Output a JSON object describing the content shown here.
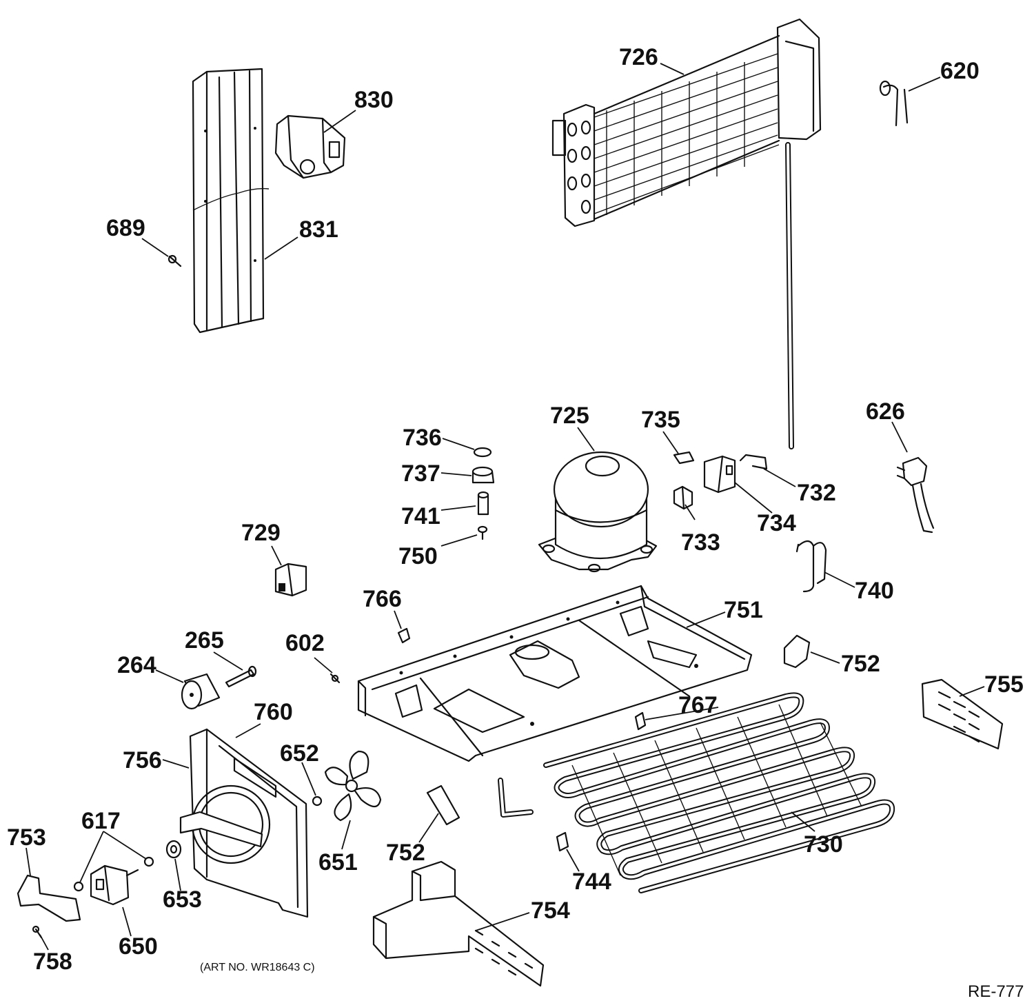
{
  "diagram": {
    "art_number": "(ART NO. WR18643 C)",
    "reference_code": "RE-777",
    "callouts": [
      {
        "id": "c726",
        "label": "726"
      },
      {
        "id": "c620",
        "label": "620"
      },
      {
        "id": "c830",
        "label": "830"
      },
      {
        "id": "c689",
        "label": "689"
      },
      {
        "id": "c831",
        "label": "831"
      },
      {
        "id": "c725",
        "label": "725"
      },
      {
        "id": "c735",
        "label": "735"
      },
      {
        "id": "c626",
        "label": "626"
      },
      {
        "id": "c736",
        "label": "736"
      },
      {
        "id": "c737",
        "label": "737"
      },
      {
        "id": "c741",
        "label": "741"
      },
      {
        "id": "c750",
        "label": "750"
      },
      {
        "id": "c732",
        "label": "732"
      },
      {
        "id": "c734",
        "label": "734"
      },
      {
        "id": "c733",
        "label": "733"
      },
      {
        "id": "c729",
        "label": "729"
      },
      {
        "id": "c740",
        "label": "740"
      },
      {
        "id": "c766",
        "label": "766"
      },
      {
        "id": "c751",
        "label": "751"
      },
      {
        "id": "c265",
        "label": "265"
      },
      {
        "id": "c602",
        "label": "602"
      },
      {
        "id": "c264",
        "label": "264"
      },
      {
        "id": "c752a",
        "label": "752"
      },
      {
        "id": "c755",
        "label": "755"
      },
      {
        "id": "c760",
        "label": "760"
      },
      {
        "id": "c767",
        "label": "767"
      },
      {
        "id": "c756",
        "label": "756"
      },
      {
        "id": "c652",
        "label": "652"
      },
      {
        "id": "c753",
        "label": "753"
      },
      {
        "id": "c617",
        "label": "617"
      },
      {
        "id": "c651",
        "label": "651"
      },
      {
        "id": "c752b",
        "label": "752"
      },
      {
        "id": "c730",
        "label": "730"
      },
      {
        "id": "c653",
        "label": "653"
      },
      {
        "id": "c744",
        "label": "744"
      },
      {
        "id": "c754",
        "label": "754"
      },
      {
        "id": "c650",
        "label": "650"
      },
      {
        "id": "c758",
        "label": "758"
      }
    ]
  }
}
